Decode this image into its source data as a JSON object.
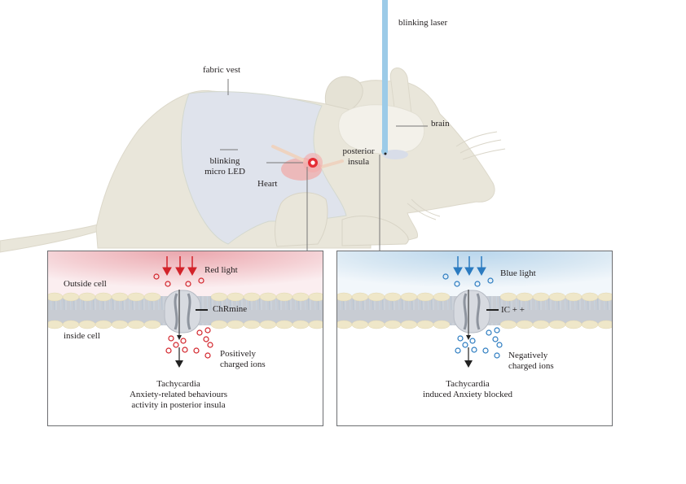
{
  "labels": {
    "blinking_laser": "blinking laser",
    "fabric_vest": "fabric vest",
    "brain": "brain",
    "posterior_insula": [
      "posterior",
      "insula"
    ],
    "blinking_micro_led": [
      "blinking",
      "micro LED"
    ],
    "heart": "Heart"
  },
  "left_panel": {
    "light_label": "Red light",
    "outside_cell": "Outside cell",
    "inside_cell": "inside cell",
    "channel_label": "ChRmine",
    "ions_label": [
      "Positively",
      "charged ions"
    ],
    "outcome": [
      "Tachycardia",
      "Anxiety-related behaviours",
      "activity in posterior insula"
    ],
    "accent_color": "#d2232a"
  },
  "right_panel": {
    "light_label": "Blue light",
    "channel_label": "IC + +",
    "ions_label": [
      "Negatively",
      "charged ions"
    ],
    "outcome": [
      "Tachycardia",
      "induced Anxiety blocked"
    ],
    "accent_color": "#2b7bc0"
  },
  "colors": {
    "body": "#e9e6da",
    "vest": "#dfe3ec",
    "laser": "#9ccbe8",
    "led": "#e52d35",
    "heart": "#efb1b2"
  }
}
